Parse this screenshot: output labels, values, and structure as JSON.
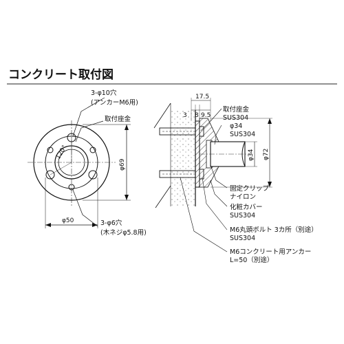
{
  "title": "コンクリート取付図",
  "front_view": {
    "hole_callout_1": "3-φ10穴",
    "hole_callout_2": "(アンカーM6用)",
    "part_label": "取付座金",
    "angle_label": "120°",
    "dim_height": "φ69",
    "dim_width": "φ50",
    "small_hole_1": "3-φ6穴",
    "small_hole_2": "(木ネジφ5.8用)"
  },
  "side_view": {
    "dim_top": "17.5",
    "dim_3": "3",
    "dim_8": "8",
    "dim_95": "9.5",
    "dim_34": "φ34",
    "dim_72": "φ72"
  },
  "callouts": [
    {
      "line1": "取付座金",
      "line2": "SUS304"
    },
    {
      "line1": "φ34",
      "line2": "SUS304"
    },
    {
      "line1": "固定クリップ",
      "line2": "ナイロン"
    },
    {
      "line1": "化粧カバー",
      "line2": "SUS304"
    },
    {
      "line1": "M6丸頭ボルト 3カ所（別途）",
      "line2": "SUS304"
    },
    {
      "line1": "M6コンクリート用アンカー",
      "line2": "L=50（別途）"
    }
  ]
}
